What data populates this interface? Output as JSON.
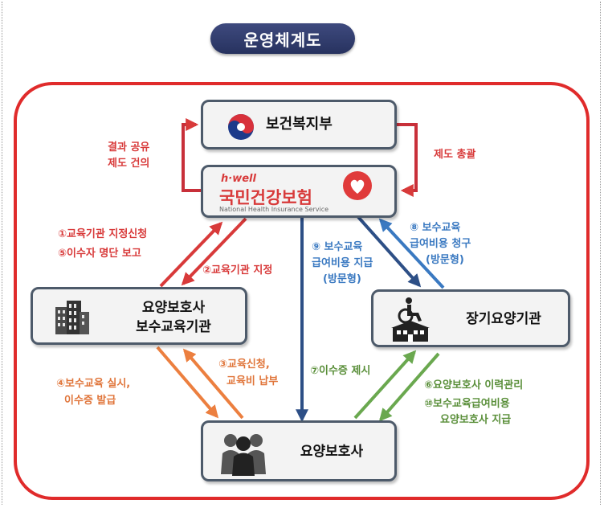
{
  "title": "운영체계도",
  "nodes": {
    "ministry": "보건복지부",
    "nhis": {
      "brand": "h·well",
      "name": "국민건강보험",
      "subtitle": "National Health Insurance Service"
    },
    "edu_org": [
      "요양보호사",
      "보수교육기관"
    ],
    "facility": "장기요양기관",
    "worker": "요양보호사"
  },
  "labels": {
    "result_share": [
      "결과 공유",
      "제도 건의"
    ],
    "system_manage": "제도 총괄",
    "designation_apply": "①교육기관 지정신청",
    "report_list": "⑤이수자 명단 보고",
    "designate": "②교육기관 지정",
    "pay_claim": [
      "⑧ 보수교육",
      "급여비용 청구",
      "(방문형)"
    ],
    "pay_grant": [
      "⑨ 보수교육",
      "급여비용 지급",
      "(방문형)"
    ],
    "apply_fee": [
      "③교육신청,",
      "교육비 납부"
    ],
    "conduct": [
      "④보수교육 실시,",
      "이수증 발급"
    ],
    "present_cert": "⑦이수증 제시",
    "history_manage": "⑥요양보호사 이력관리",
    "pay_worker": [
      "⑩보수교육급여비용",
      "요양보호사 지급"
    ]
  },
  "colors": {
    "red": "#d83a3a",
    "blue": "#3a79c1",
    "navy": "#2d4f86",
    "orange": "#ec7f3f",
    "green": "#6aa84f",
    "title_bg": "#333d6e"
  }
}
